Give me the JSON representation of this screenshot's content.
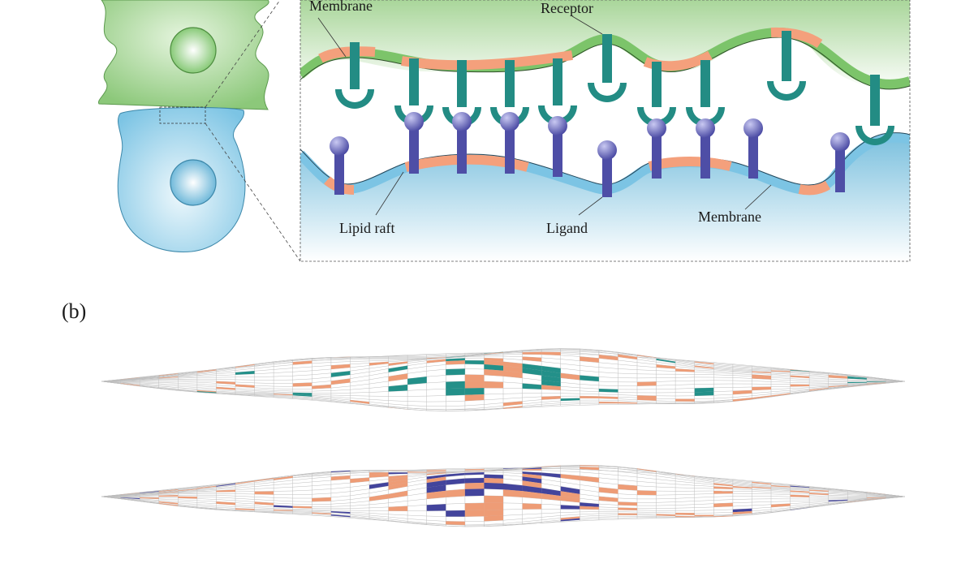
{
  "panel_a": {
    "labels": {
      "membrane_top": "Membrane",
      "receptor": "Receptor",
      "lipid_raft": "Lipid raft",
      "ligand": "Ligand",
      "membrane_bottom": "Membrane"
    },
    "colors": {
      "cell_top": "#8cc87a",
      "cell_bottom": "#7cc4e4",
      "lipid_raft": "#f4a07c",
      "receptor": "#238c84",
      "ligand": "#4e4ea6"
    }
  },
  "panel_b": {
    "label": "(b)",
    "colors": {
      "mesh": "#bdbdbd",
      "raft_patch": "#ee9c76",
      "receptor_patch": "#239089",
      "ligand_patch": "#43449c"
    }
  }
}
